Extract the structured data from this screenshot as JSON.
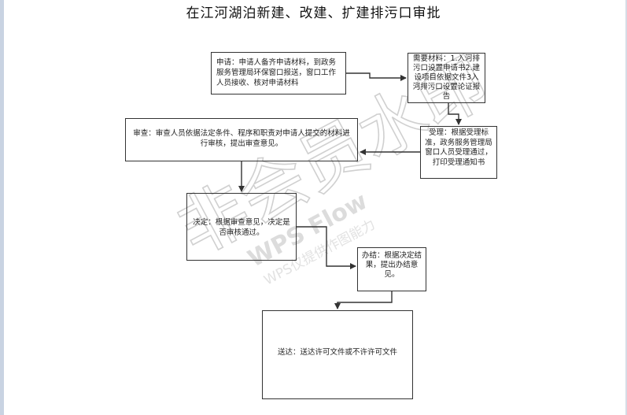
{
  "title": "在江河湖泊新建、改建、扩建排污口审批",
  "watermark": {
    "big": "非会员水印",
    "brand": "WPS Flow",
    "sub": "WPS仅提供作图能力"
  },
  "nodes": {
    "apply": "申请：申请人备齐申请材料，到政务服务管理局环保窗口报送，窗口工作人员接收、核对申请材料",
    "materials": "需要材料：1.入河排污口设置申请书2.建设项目依据文件3入河排污口设置论证报告",
    "accept": "受理：根据受理标准，政务服务管理局窗口人员受理通过，打印受理通知书",
    "review": "审查：审查人员依据法定条件、程序和职责对申请人提交的材料进行审核，提出审查意见。",
    "decision": "决定：根据审查意见，决定是否审核通过。",
    "handling": "办结：根据决定结果，提出办结意见。",
    "deliver": "送达：送达许可文件或不许许可文件"
  },
  "colors": {
    "border": "#333333",
    "watermark": "#c8c8c8",
    "left_edge": "#c9d3e2"
  }
}
